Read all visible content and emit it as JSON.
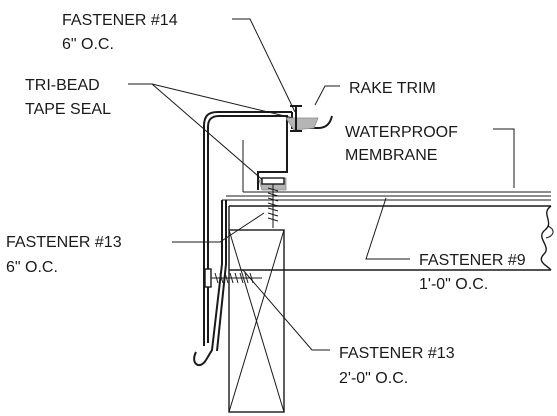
{
  "labels": {
    "fastener14": {
      "line1": "FASTENER #14",
      "line2": "6\" O.C."
    },
    "tribead": {
      "line1": "TRI-BEAD",
      "line2": "TAPE SEAL"
    },
    "rake_trim": {
      "line1": "RAKE TRIM"
    },
    "membrane": {
      "line1": "WATERPROOF",
      "line2": "MEMBRANE"
    },
    "fastener13a": {
      "line1": "FASTENER #13",
      "line2": "6\" O.C."
    },
    "fastener9": {
      "line1": "FASTENER #9",
      "line2": "1'-0\" O.C."
    },
    "fastener13b": {
      "line1": "FASTENER #13",
      "line2": "2'-0\" O.C."
    }
  },
  "colors": {
    "line": "#1a1a1a",
    "tape_seal": "#b5b5b5",
    "background": "#ffffff"
  }
}
